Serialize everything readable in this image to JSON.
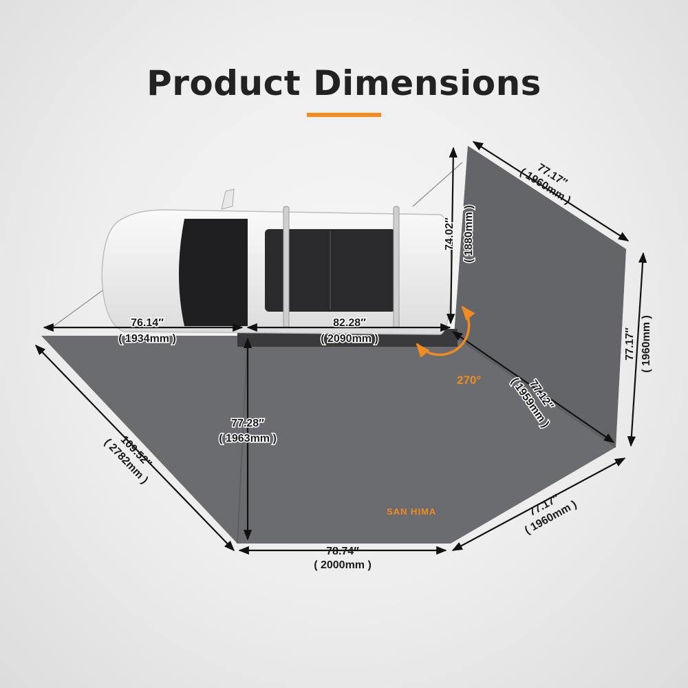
{
  "header": {
    "title": "Product Dimensions"
  },
  "colors": {
    "accent": "#f28a1f",
    "awning": "#6b6c6f",
    "awning_dark": "#55565a",
    "arrow": "#111111",
    "background": "#ececec"
  },
  "brand": "SAN HIMA",
  "rotation": "270°",
  "dimensions": {
    "top_edge": {
      "inch": "77.17″",
      "mm": "( 1960mm )"
    },
    "awning_depth": {
      "inch": "74.02″",
      "mm": "( 1880mm )"
    },
    "right_edge": {
      "inch": "77.17″",
      "mm": "( 1960mm )"
    },
    "left_extension": {
      "inch": "76.14″",
      "mm": "( 1934mm )"
    },
    "car_side": {
      "inch": "82.28″",
      "mm": "( 2090mm )"
    },
    "diagonal": {
      "inch": "77.12″",
      "mm": "( 1959mm )"
    },
    "side_depth": {
      "inch": "77.28″",
      "mm": "( 1963mm )"
    },
    "left_diagonal": {
      "inch": "109.52″",
      "mm": "( 2782mm )"
    },
    "lower_right_edge": {
      "inch": "77.17″",
      "mm": "( 1960mm )"
    },
    "bottom_edge": {
      "inch": "78.74″",
      "mm": "( 2000mm )"
    }
  }
}
